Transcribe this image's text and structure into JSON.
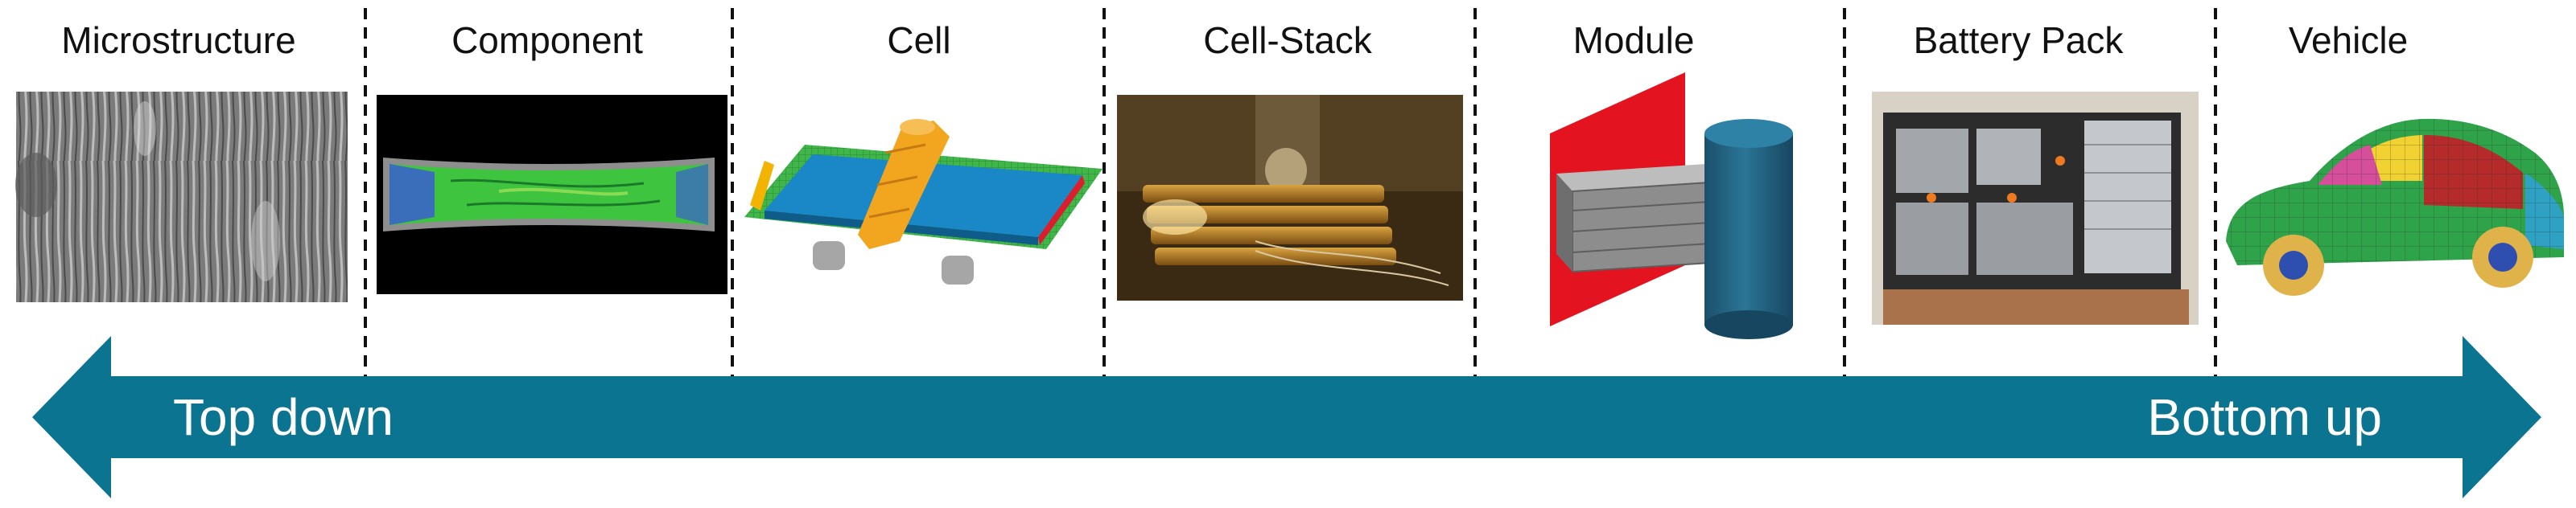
{
  "stages": [
    {
      "label": "Microstructure",
      "picture": "sem-micrograph"
    },
    {
      "label": "Component",
      "picture": "strain-field-specimen"
    },
    {
      "label": "Cell",
      "picture": "pouch-cell-under-indenter"
    },
    {
      "label": "Cell-Stack",
      "picture": "cell-stack-test-photo"
    },
    {
      "label": "Module",
      "picture": "module-against-wall-with-cylinder"
    },
    {
      "label": "Battery Pack",
      "picture": "battery-pack-photo"
    },
    {
      "label": "Vehicle",
      "picture": "vehicle-fe-mesh"
    }
  ],
  "arrow": {
    "left_label": "Top down",
    "right_label": "Bottom up",
    "direction": "bidirectional",
    "color": "#0b7490"
  },
  "colors": {
    "arrow": "#0b7490",
    "divider": "#111111",
    "text": "#111111",
    "arrow_text": "#ffffff"
  }
}
